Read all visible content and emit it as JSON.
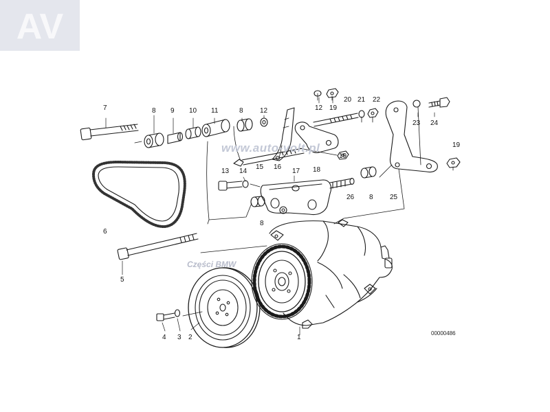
{
  "watermarks": {
    "site": "www.auto-volt.pl",
    "parts": "Części BMW",
    "logo_letters": "AV"
  },
  "reference_number": "00000486",
  "labels": {
    "p1": "1",
    "p2": "2",
    "p3": "3",
    "p4": "4",
    "p5": "5",
    "p6": "6",
    "p7": "7",
    "p8a": "8",
    "p8b": "8",
    "p8c": "8",
    "p8d": "8",
    "p9": "9",
    "p10": "10",
    "p11": "11",
    "p12a": "12",
    "p12b": "12",
    "p13": "13",
    "p14": "14",
    "p15": "15",
    "p16": "16",
    "p17": "17",
    "p18": "18",
    "p19a": "19",
    "p19b": "19",
    "p19c": "19",
    "p20": "20",
    "p21": "21",
    "p22": "22",
    "p23": "23",
    "p24": "24",
    "p25": "25",
    "p26": "26"
  },
  "colors": {
    "line": "#1a1a1a",
    "watermark": "#c3c8d6"
  }
}
